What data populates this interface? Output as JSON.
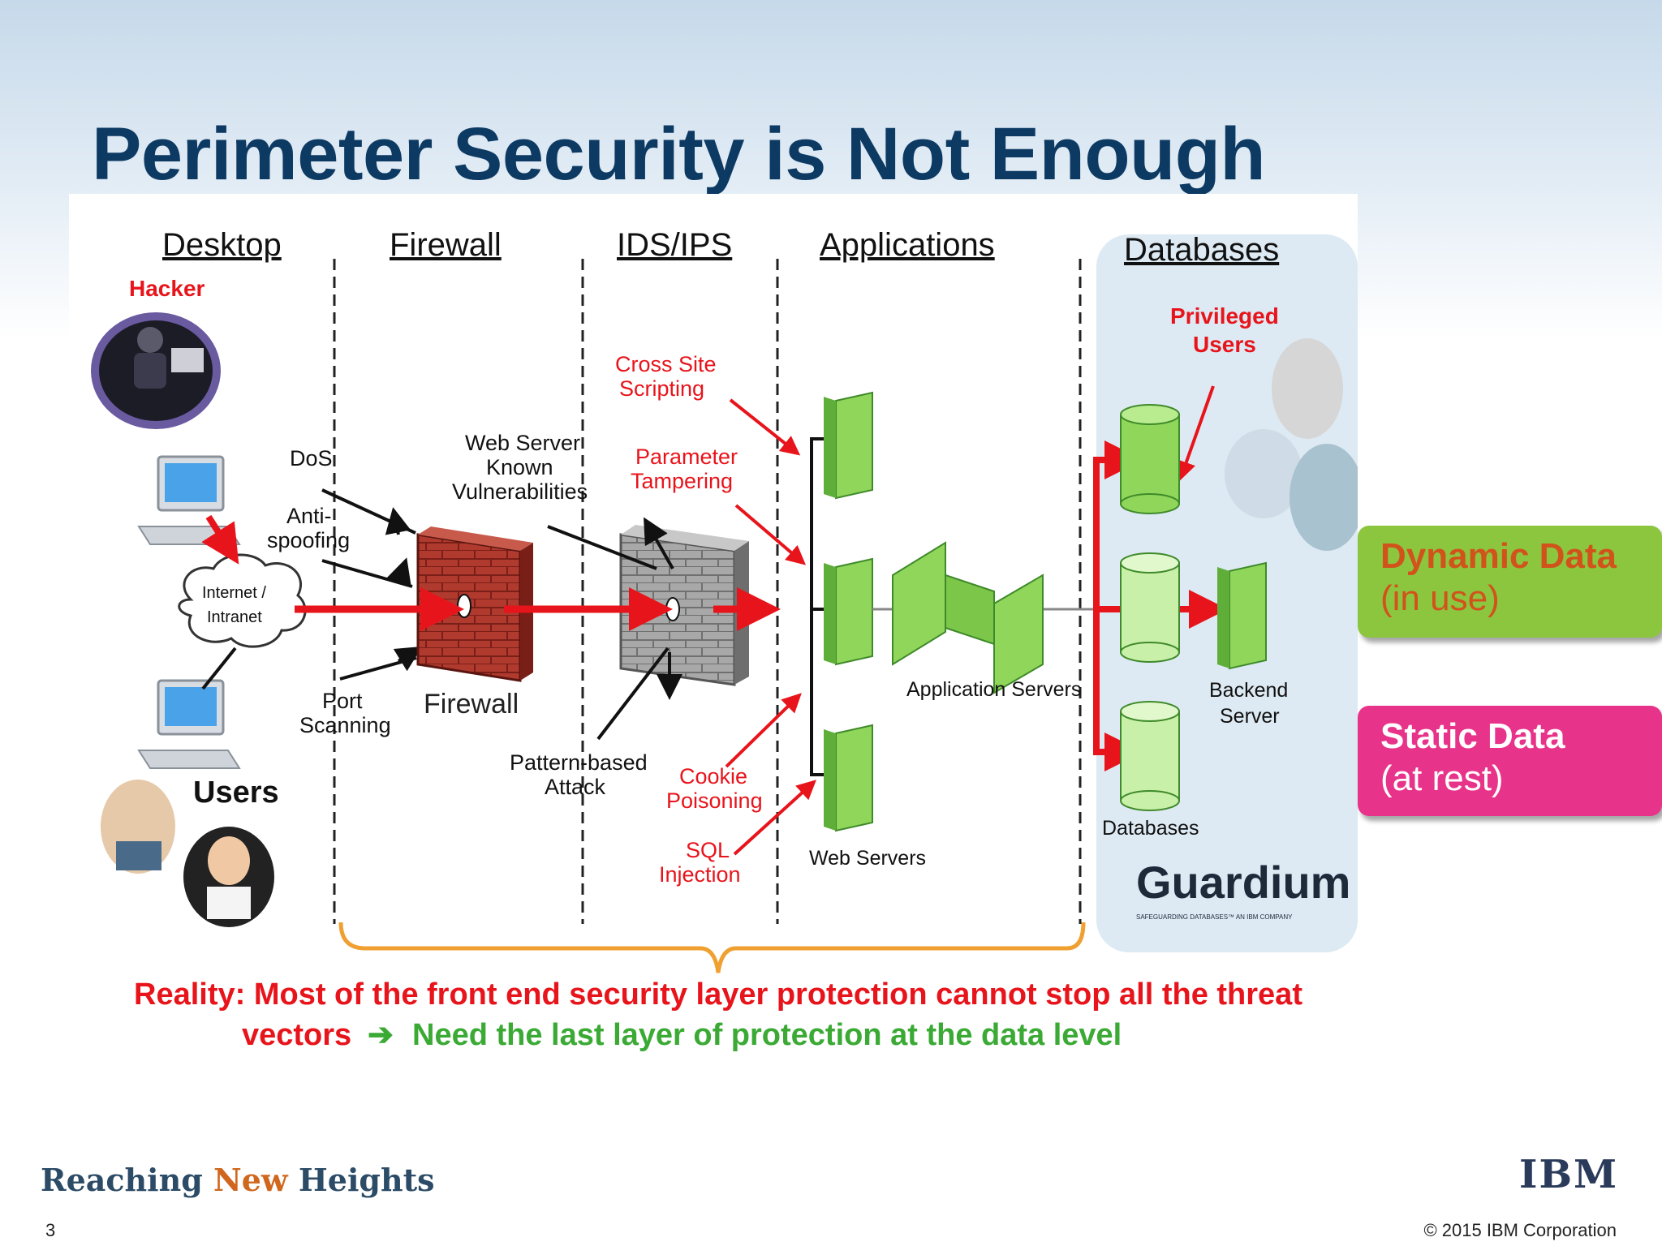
{
  "title": "Perimeter Security is Not Enough",
  "zones": {
    "desktop": "Desktop",
    "firewall": "Firewall",
    "ids_ips": "IDS/IPS",
    "applications": "Applications",
    "databases": "Databases"
  },
  "labels": {
    "hacker": "Hacker",
    "internet_line1": "Internet /",
    "internet_line2": "Intranet",
    "users": "Users",
    "dos": "DoS",
    "anti_spoofing_1": "Anti-",
    "anti_spoofing_2": "spoofing",
    "port_scanning_1": "Port",
    "port_scanning_2": "Scanning",
    "firewall_caption": "Firewall",
    "web_server_vuln_1": "Web Server",
    "web_server_vuln_2": "Known",
    "web_server_vuln_3": "Vulnerabilities",
    "pattern_attack_1": "Pattern-based",
    "pattern_attack_2": "Attack",
    "xss_1": "Cross Site",
    "xss_2": "Scripting",
    "param_1": "Parameter",
    "param_2": "Tampering",
    "cookie_1": "Cookie",
    "cookie_2": "Poisoning",
    "sql_1": "SQL",
    "sql_2": "Injection",
    "web_servers": "Web Servers",
    "app_servers": "Application Servers",
    "privileged_1": "Privileged",
    "privileged_2": "Users",
    "backend_1": "Backend",
    "backend_2": "Server",
    "databases_caption": "Databases",
    "guardium": "Guardium",
    "guardium_sub": "SAFEGUARDING DATABASES™  AN IBM COMPANY"
  },
  "reality": {
    "line1": "Reality: Most of the front end security layer protection cannot stop all the threat",
    "line2_red": "vectors",
    "arrow": "➔",
    "line2_green": "Need the last layer of protection at the data level"
  },
  "callouts": {
    "dynamic_title": "Dynamic Data",
    "dynamic_sub": "(in use)",
    "static_title": "Static Data",
    "static_sub": "(at rest)"
  },
  "footer": {
    "brand_1": "Reaching ",
    "brand_2": "New",
    "brand_3": " Heights",
    "page_number": "3",
    "copyright": "© 2015 IBM Corporation",
    "ibm": "IBM"
  },
  "colors": {
    "title": "#0d3a63",
    "threat_red": "#e8141b",
    "server_green": "#8fd65a",
    "dynamic_bg": "#8cc63f",
    "static_bg": "#e8338a",
    "db_panel": "#ddeaf3",
    "brace": "#f0a030",
    "need_green": "#3aaa35"
  }
}
